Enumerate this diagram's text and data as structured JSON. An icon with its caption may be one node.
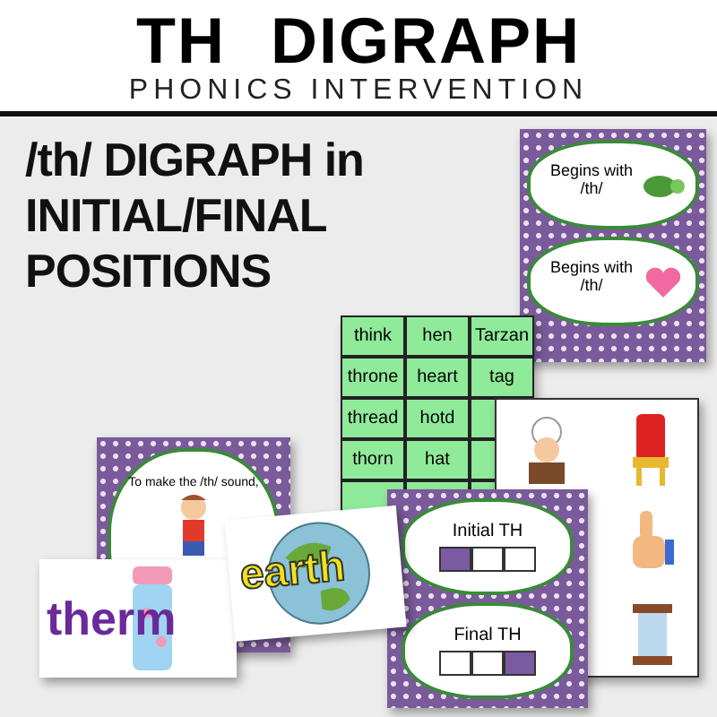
{
  "diagram": {
    "title": "TH DIGRAPH",
    "labels": [
      "PHONICS INTERVENTION",
      "/th/ DIGRAPH in INITIAL/FINAL POSITIONS",
      "Begins with /th/",
      "Begins with /th/",
      "think",
      "hen",
      "Tarzan",
      "throne",
      "heart",
      "tag",
      "thread",
      "hotd",
      "thorn",
      "hat",
      "To make the /th/ sound,",
      "therm",
      "earth",
      "Initial TH",
      "Final TH"
    ]
  }
}
